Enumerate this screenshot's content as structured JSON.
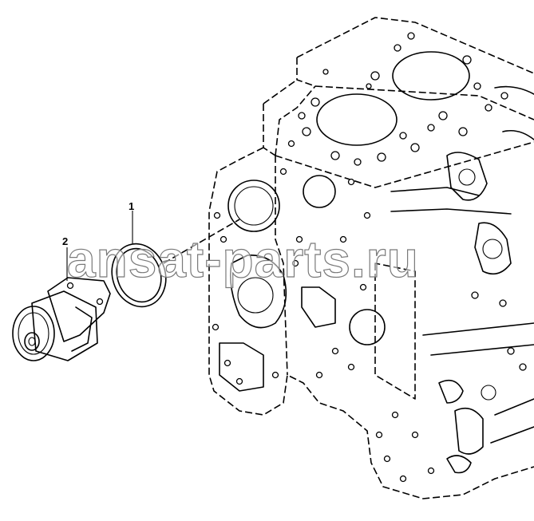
{
  "callouts": [
    {
      "id": "1",
      "label": "1"
    },
    {
      "id": "2",
      "label": "2"
    }
  ],
  "watermark": "ansat-parts.ru",
  "colors": {
    "line": "#000000",
    "background": "#ffffff",
    "watermark_outline": "#7a7a7a"
  }
}
